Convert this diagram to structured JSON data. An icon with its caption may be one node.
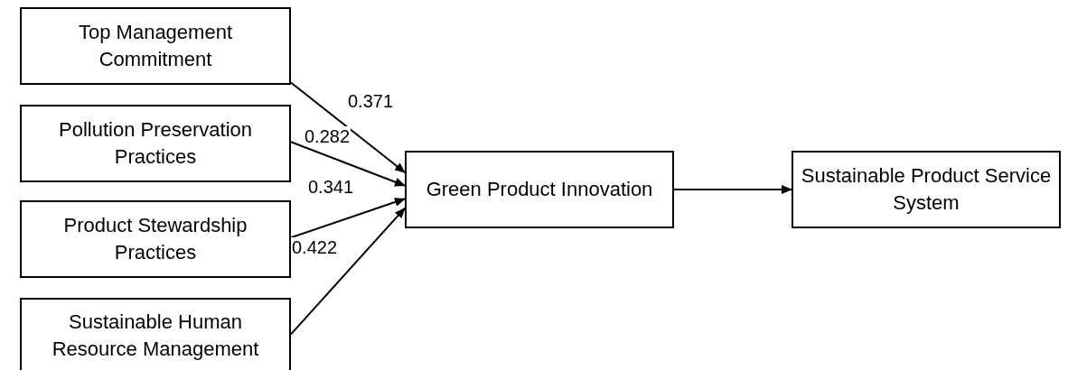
{
  "diagram": {
    "nodes": [
      {
        "text": [
          "Top Management Commitment"
        ]
      },
      {
        "text": [
          "Pollution Preservation Practices"
        ]
      },
      {
        "text": [
          "Product Stewardship Practices"
        ]
      },
      {
        "text": [
          "Sustainable Human Resource Management"
        ]
      },
      {
        "text": [
          "Green Product Innovation"
        ]
      },
      {
        "text": [
          "Sustainable Product Service System"
        ]
      }
    ],
    "edges": [
      {
        "from": 0,
        "to": 4,
        "arrow": "to",
        "label": "0.371"
      },
      {
        "from": 1,
        "to": 4,
        "arrow": "to",
        "label": "0.282"
      },
      {
        "from": 2,
        "to": 4,
        "arrow": "to",
        "label": "0.341"
      },
      {
        "from": 3,
        "to": 4,
        "arrow": "to",
        "label": "0.422"
      },
      {
        "from": 4,
        "to": 5,
        "arrow": "to"
      }
    ]
  }
}
